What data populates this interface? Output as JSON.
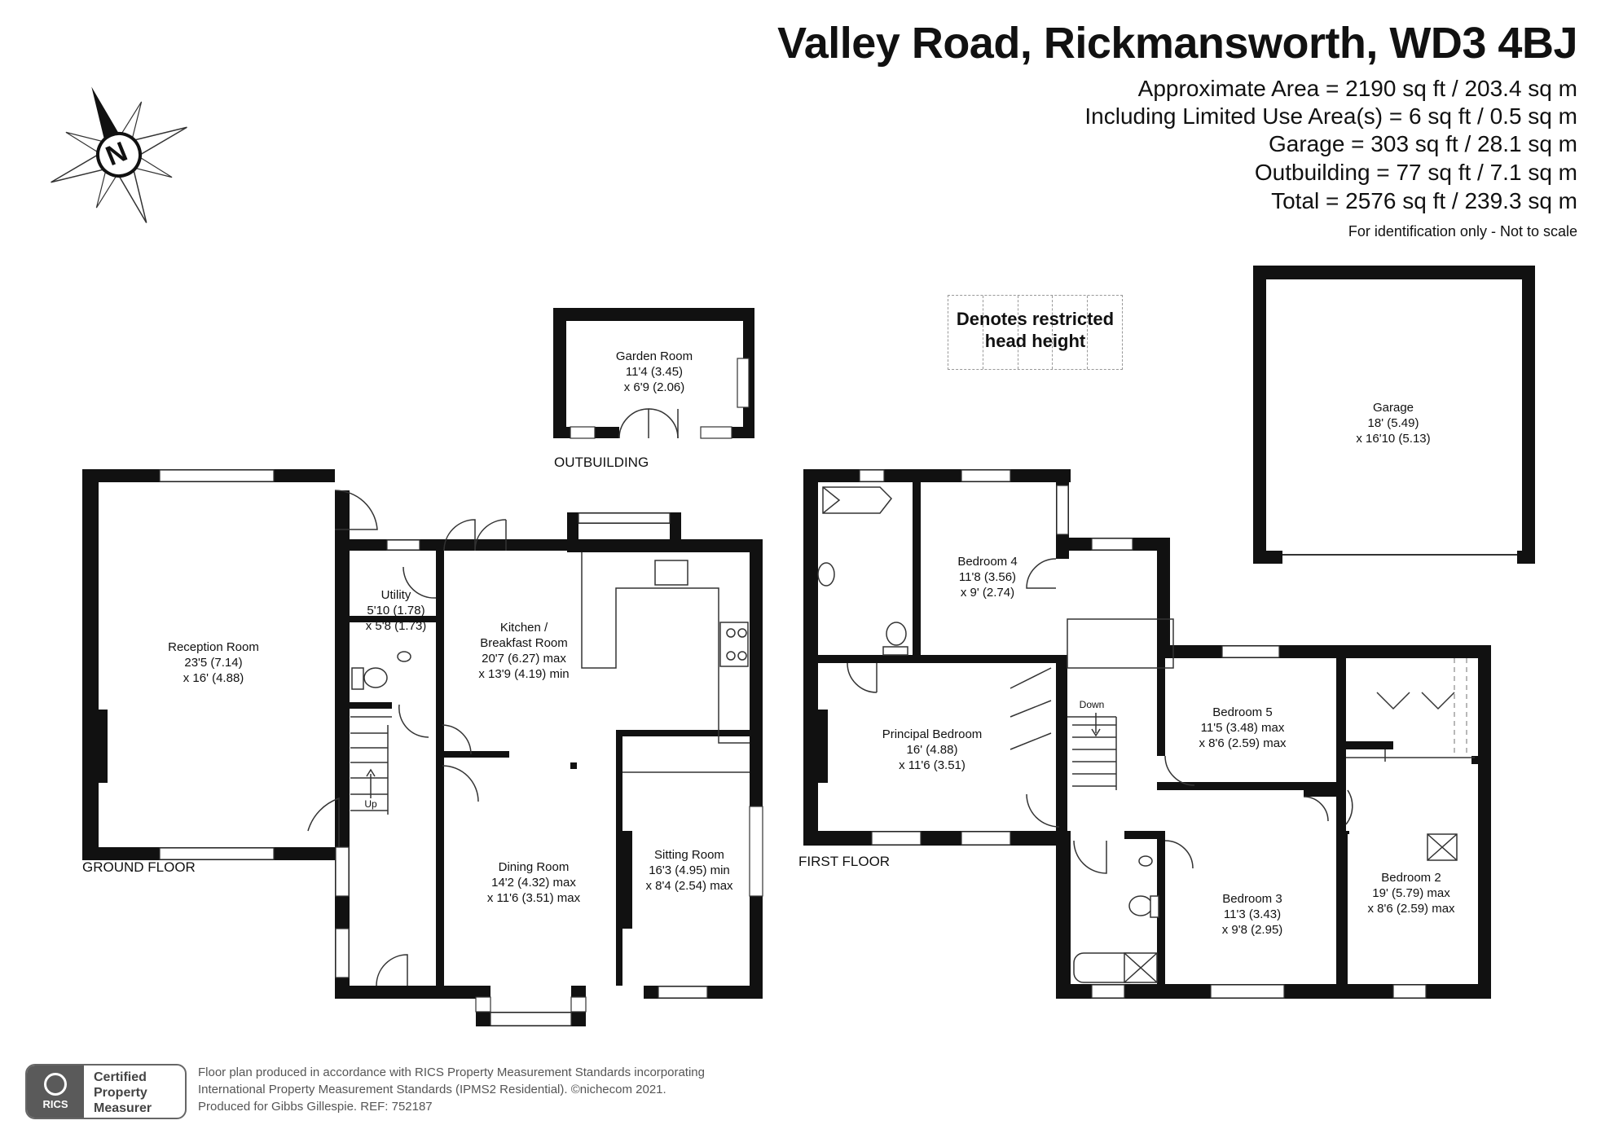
{
  "header": {
    "title": "Valley Road, Rickmansworth, WD3 4BJ",
    "lines": [
      "Approximate Area = 2190 sq ft / 203.4 sq m",
      "Including Limited Use Area(s) = 6 sq ft / 0.5 sq m",
      "Garage = 303 sq ft / 28.1 sq m",
      "Outbuilding = 77 sq ft / 7.1 sq m",
      "Total = 2576 sq ft / 239.3 sq m"
    ],
    "note": "For identification only - Not to scale"
  },
  "compass": {
    "letter": "N",
    "icon": "north-arrow-icon"
  },
  "legend": {
    "line1": "Denotes restricted",
    "line2": "head height"
  },
  "floors": {
    "ground": "GROUND FLOOR",
    "first": "FIRST FLOOR",
    "outbuilding": "OUTBUILDING"
  },
  "rooms": {
    "garden_room": [
      "Garden Room",
      "11'4 (3.45)",
      "x 6'9 (2.06)"
    ],
    "garage": [
      "Garage",
      "18' (5.49)",
      "x 16'10 (5.13)"
    ],
    "reception": [
      "Reception Room",
      "23'5 (7.14)",
      "x 16' (4.88)"
    ],
    "utility": [
      "Utility",
      "5'10 (1.78)",
      "x 5'8 (1.73)"
    ],
    "kitchen": [
      "Kitchen /",
      "Breakfast Room",
      "20'7 (6.27) max",
      "x 13'9 (4.19) min"
    ],
    "dining": [
      "Dining Room",
      "14'2 (4.32) max",
      "x 11'6 (3.51) max"
    ],
    "sitting": [
      "Sitting Room",
      "16'3 (4.95) min",
      "x 8'4 (2.54) max"
    ],
    "bedroom4": [
      "Bedroom 4",
      "11'8 (3.56)",
      "x 9' (2.74)"
    ],
    "principal": [
      "Principal Bedroom",
      "16' (4.88)",
      "x 11'6 (3.51)"
    ],
    "bedroom5": [
      "Bedroom 5",
      "11'5 (3.48) max",
      "x 8'6 (2.59) max"
    ],
    "bedroom3": [
      "Bedroom 3",
      "11'3 (3.43)",
      "x 9'8 (2.95)"
    ],
    "bedroom2": [
      "Bedroom 2",
      "19' (5.79) max",
      "x 8'6 (2.59) max"
    ]
  },
  "stairs": {
    "up": "Up",
    "down": "Down"
  },
  "colors": {
    "wall": "#111111",
    "line": "#333333",
    "legend_border": "#999999"
  },
  "footer": {
    "badge_brand": "RICS",
    "badge_lines": [
      "Certified",
      "Property",
      "Measurer"
    ],
    "text_lines": [
      "Floor plan produced in accordance with RICS Property Measurement Standards incorporating",
      "International Property Measurement Standards (IPMS2 Residential).   ©nichecom 2021.",
      "Produced for Gibbs Gillespie.   REF:  752187"
    ]
  }
}
